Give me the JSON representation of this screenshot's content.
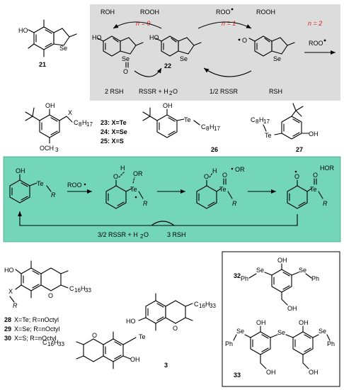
{
  "colors": {
    "gray_panel": "#dcdcdc",
    "teal_panel": "#73d6b9",
    "n_label": "#e0201c"
  },
  "compounds": {
    "c21": "21",
    "c22": "22",
    "c23": "23",
    "c24": "24",
    "c25": "25",
    "c26": "26",
    "c27": "27",
    "c28": "28",
    "c29": "29",
    "c30": "30",
    "c3": "3",
    "c32": "32",
    "c33": "33"
  },
  "gray_panel": {
    "roh": "ROH",
    "rooh_1": "ROOH",
    "roo_radical_1": "ROO",
    "rooh_2": "ROOH",
    "n0": "n = 0",
    "n1": "n = 1",
    "n2": "n = 2",
    "roo_radical_2": "ROO",
    "rsh_2": "2 RSH",
    "rssr_h2o": "RSSR + H",
    "h2o_o": "O",
    "half_rssr": "1/2 RSSR",
    "rsh": "RSH"
  },
  "legend_23_25": {
    "l23": "23: X=Te",
    "l24": "24: X=Se",
    "l25": "25: X=S"
  },
  "teal_panel": {
    "roo_radical": "ROO",
    "or_radical": "OR",
    "hor": "HOR",
    "bottom_left": "3/2 RSSR + H",
    "bottom_left_o": "O",
    "bottom_right": "3 RSH"
  },
  "legend_28_30": {
    "l28": "X=Te; R=nOctyl",
    "l29": "X=Se; R=nOctyl",
    "l30": "X=S; R=nOctyl"
  },
  "atoms": {
    "ho": "HO",
    "oh": "OH",
    "se": "Se",
    "te": "Te",
    "o": "O",
    "h": "H",
    "r": "R",
    "x": "X",
    "ph": "Ph",
    "c8h17": "C",
    "c16h33": "C",
    "och3": "OCH",
    "or": "OR"
  }
}
